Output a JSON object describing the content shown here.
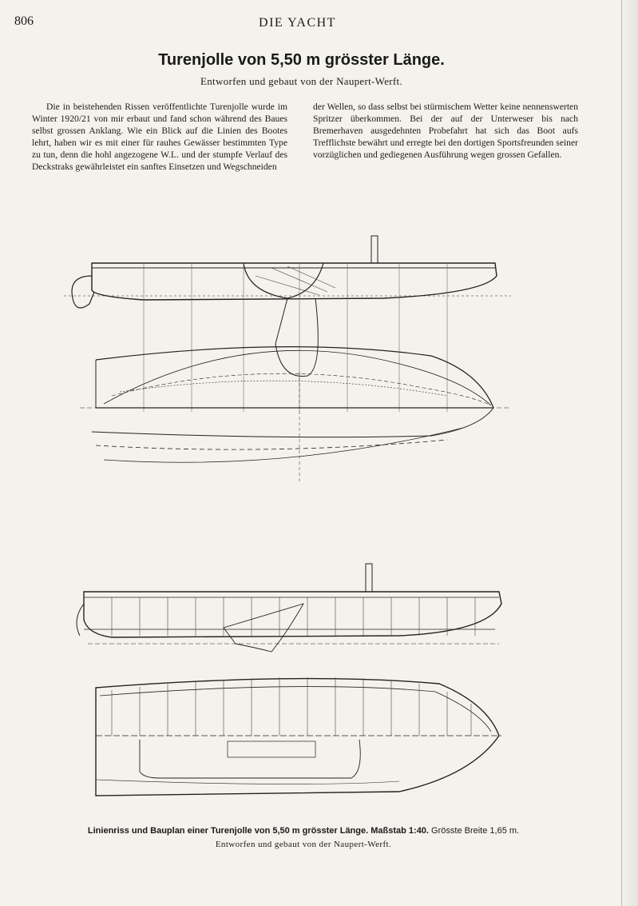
{
  "header": {
    "page_number": "806",
    "running_head": "DIE YACHT"
  },
  "article": {
    "title": "Turenjolle von 5,50 m grösster Länge.",
    "subtitle": "Entworfen und gebaut von der Naupert-Werft.",
    "left_paragraph": "Die in beistehenden Rissen veröffentlichte Turenjolle wurde im Winter 1920/21 von mir erbaut und fand schon während des Baues selbst grossen Anklang. Wie ein Blick auf die Linien des Bootes lehrt, haben wir es mit einer für rauhes Gewässer bestimmten Type zu tun, denn die hohl angezogene W.L. und der stumpfe Verlauf des Deckstraks gewährleistet ein sanftes Einsetzen und Wegschneiden",
    "right_paragraph": "der Wellen, so dass selbst bei stürmischem Wetter keine nennenswerten Spritzer überkommen. Bei der auf der Unterweser bis nach Bremerhaven ausgedehnten Probefahrt hat sich das Boot aufs Trefflichste bewährt und erregte bei den dortigen Sportsfreunden seiner vorzüglichen und gediegenen Ausführung wegen grossen Gefallen."
  },
  "caption": {
    "main": "Linienriss und Bauplan einer Turenjolle von 5,50 m grösster Länge.",
    "scale": "Maßstab 1:40.",
    "beam": "Grösste Breite 1,65 m.",
    "sub": "Entworfen und gebaut von der Naupert-Werft."
  }
}
